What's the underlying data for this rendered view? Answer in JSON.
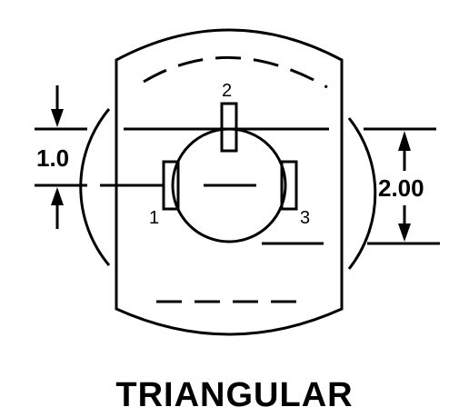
{
  "dimensions": {
    "left_value": "1.0",
    "right_value": "2.00"
  },
  "pins": {
    "pin1": "1",
    "pin2": "2",
    "pin3": "3"
  },
  "caption": "TRIANGULAR"
}
